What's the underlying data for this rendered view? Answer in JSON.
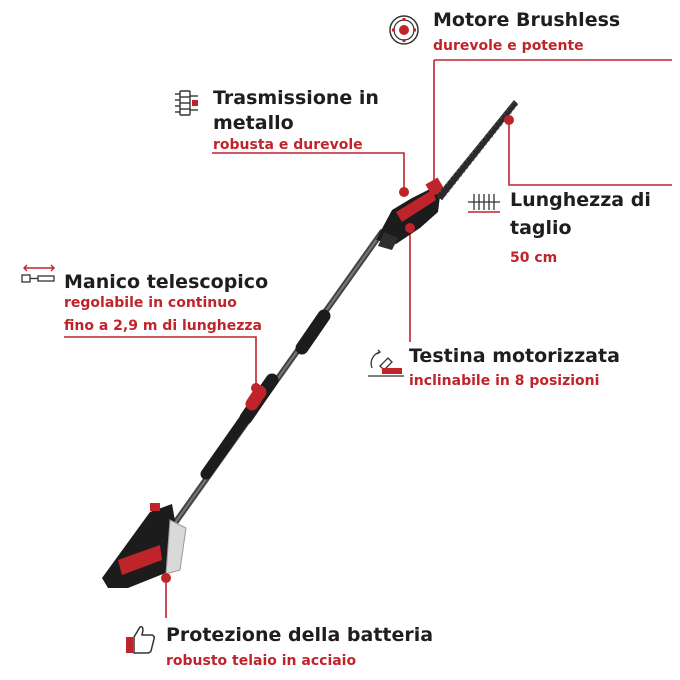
{
  "features": {
    "motore": {
      "title": "Motore Brushless",
      "sub": "durevole e potente"
    },
    "trasmissione": {
      "title_line1": "Trasmissione in",
      "title_line2": "metallo",
      "sub": "robusta e durevole"
    },
    "lunghezza": {
      "title_line1": "Lunghezza di",
      "title_line2": "taglio",
      "sub": "50 cm"
    },
    "manico": {
      "title": "Manico telescopico",
      "sub_line1": "regolabile in continuo",
      "sub_line2": "fino a 2,9 m di lunghezza"
    },
    "testina": {
      "title": "Testina motorizzata",
      "sub": "inclinabile in 8 posizioni"
    },
    "batteria": {
      "title": "Protezione della batteria",
      "sub": "robusto telaio in acciaio"
    }
  },
  "icons": [
    "motor-icon",
    "transmission-icon",
    "blade-length-icon",
    "telescopic-handle-icon",
    "tilting-head-icon",
    "thumbs-up-icon"
  ],
  "colors": {
    "accent": "#c0242b",
    "text": "#1e1e1e",
    "tool_dark": "#2a2a2a",
    "tool_red": "#c0242b"
  }
}
